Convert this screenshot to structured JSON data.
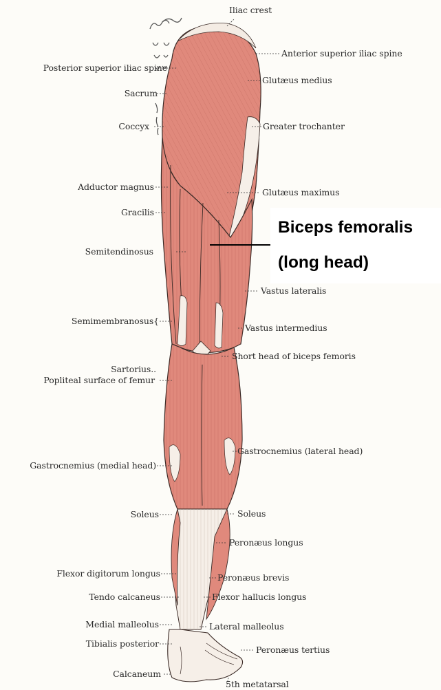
{
  "labels_left": {
    "posterior_superior_iliac_spine": "Posterior superior iliac spine",
    "sacrum": "Sacrum",
    "coccyx": "Coccyx",
    "adductor_magnus": "Adductor magnus",
    "gracilis": "Gracilis",
    "semitendinosus": "Semitendinosus",
    "semimembranosus": "Semimembranosus{",
    "sartorius": "Sartorius..",
    "popliteal_surface": "Popliteal surface of femur",
    "gastrocnemius_medial": "Gastrocnemius (medial head)",
    "soleus_left": "Soleus",
    "flexor_digitorum_longus": "Flexor digitorum longus",
    "tendo_calcaneus": "Tendo calcaneus",
    "medial_malleolus": "Medial malleolus",
    "tibialis_posterior": "Tibialis posterior",
    "calcaneum": "Calcaneum"
  },
  "labels_right": {
    "iliac_crest": "Iliac crest",
    "anterior_superior_iliac_spine": "Anterior superior iliac spine",
    "glutaeus_medius": "Glutæus medius",
    "greater_trochanter": "Greater trochanter",
    "glutaeus_maximus": "Glutæus maximus",
    "vastus_lateralis": "Vastus lateralis",
    "vastus_intermedius": "Vastus intermedius",
    "short_head_biceps": "Short head of biceps femoris",
    "gastrocnemius_lateral": "Gastrocnemius (lateral head)",
    "soleus_right": "Soleus",
    "peronaeus_longus": "Peronæus longus",
    "peronaeus_brevis": "Peronæus brevis",
    "flexor_hallucis_longus": "Flexor hallucis longus",
    "lateral_malleolus": "Lateral malleolus",
    "peronaeus_tertius": "Peronæus tertius",
    "fifth_metatarsal": "5th metatarsal"
  },
  "overlay": {
    "line1": "Biceps femoralis",
    "line2": "(long head)"
  },
  "colors": {
    "muscle": "#e0897c",
    "muscle_dark": "#c86a5e",
    "tendon": "#f6efe8",
    "outline": "#3a2a26"
  }
}
